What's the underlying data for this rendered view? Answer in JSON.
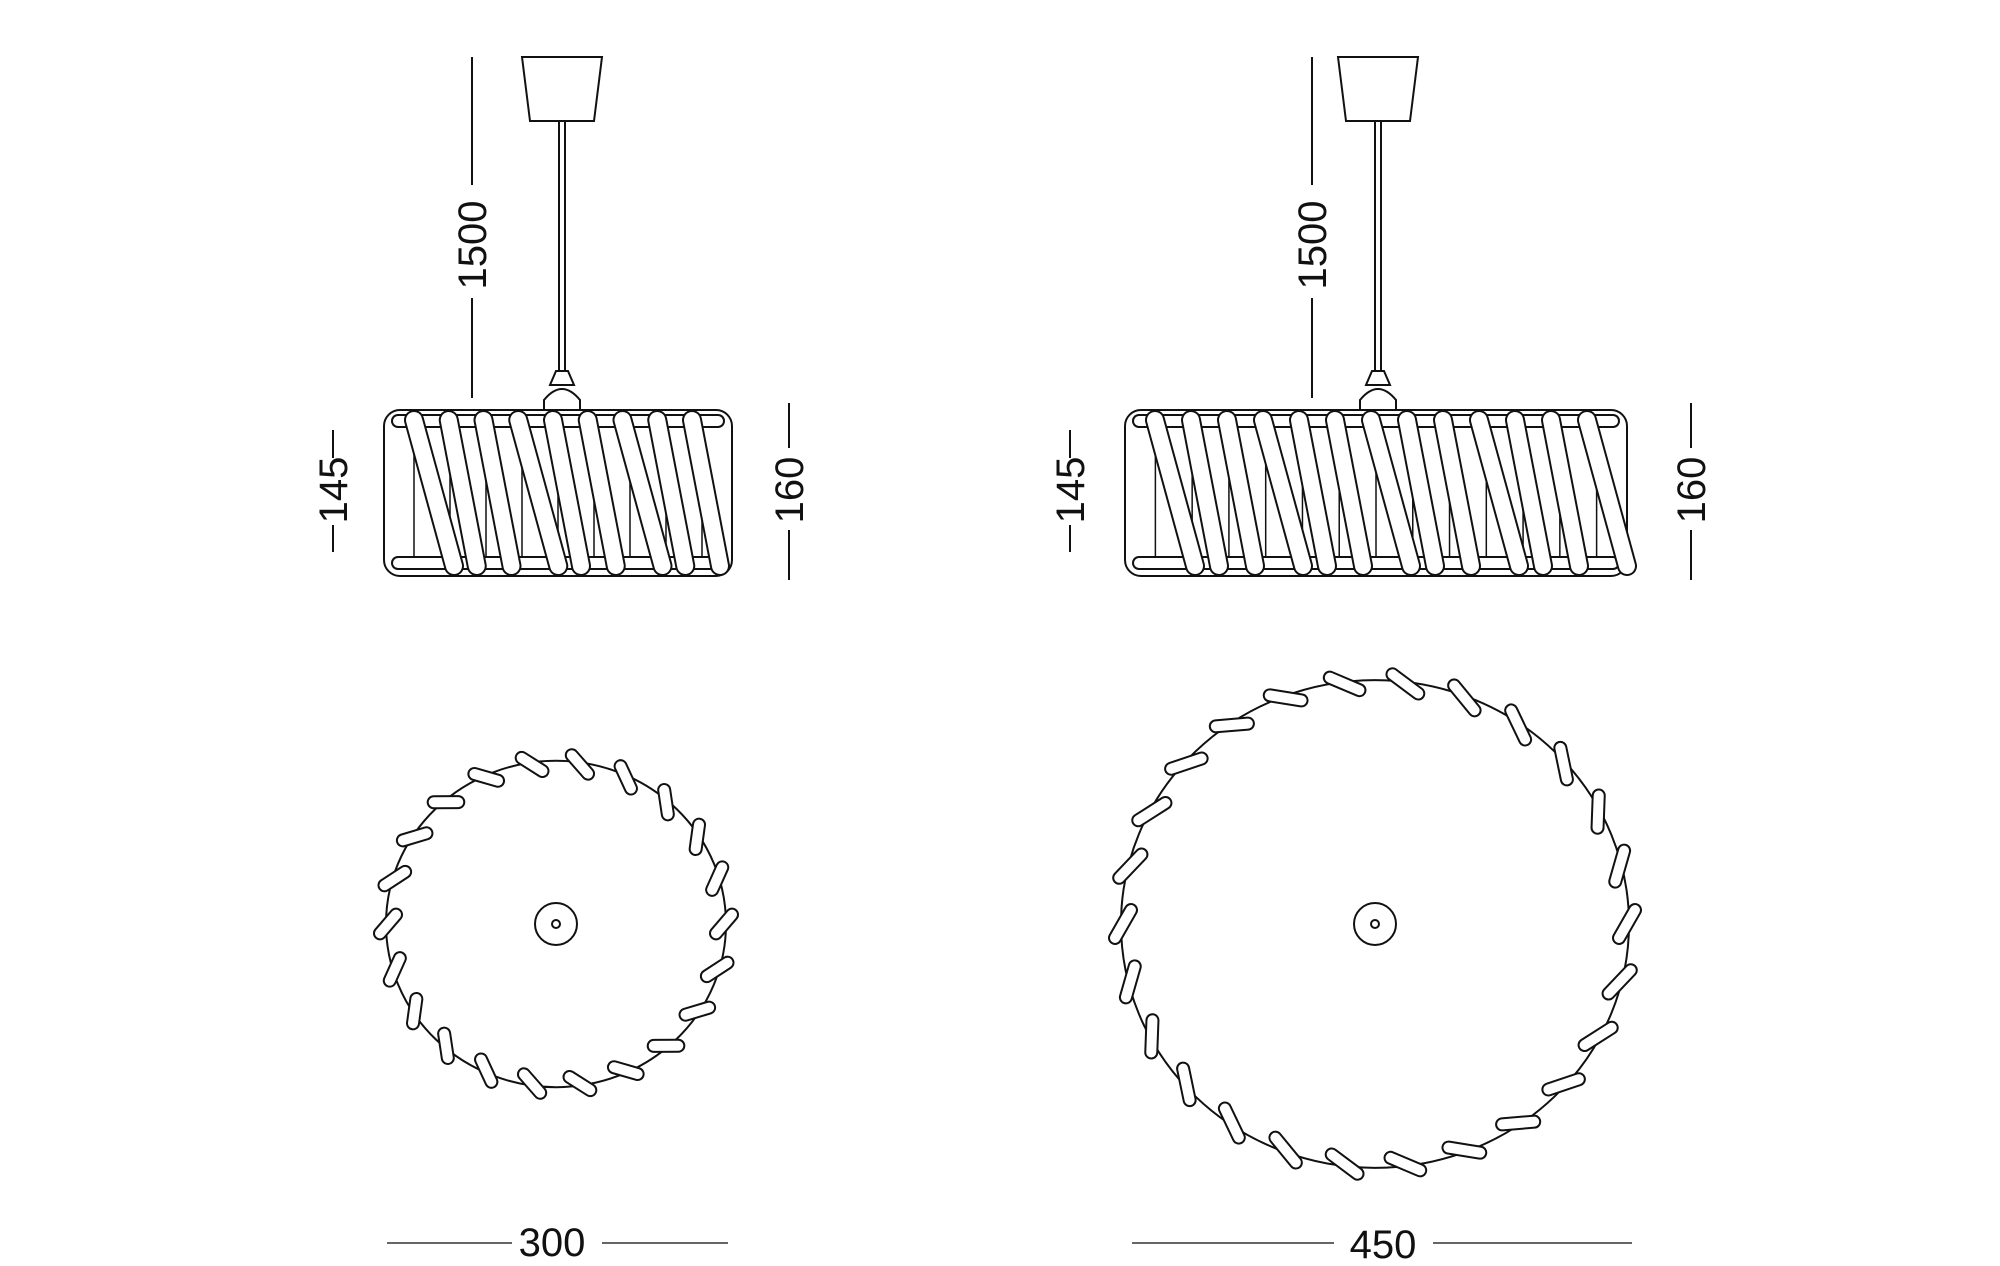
{
  "drawings": [
    {
      "name": "small-pendant",
      "dimensions": {
        "cord_length": "1500",
        "frame_height": "145",
        "overall_height": "160",
        "diameter": "300"
      }
    },
    {
      "name": "large-pendant",
      "dimensions": {
        "cord_length": "1500",
        "frame_height": "145",
        "overall_height": "160",
        "diameter": "450"
      }
    }
  ],
  "colors": {
    "line": "#111111",
    "dimension_line": "#666666",
    "background": "#ffffff"
  }
}
